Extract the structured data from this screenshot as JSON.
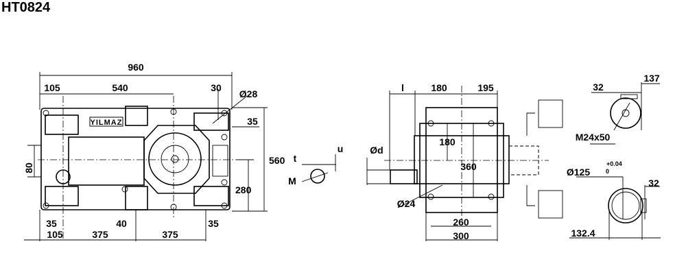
{
  "title": "HT0824",
  "brand": "YILMAZ",
  "front_view": {
    "overall_width": "960",
    "left_offset": "105",
    "shaft_distance": "540",
    "corner_offset": "30",
    "hole_diameter": "Ø28",
    "side_offset": "35",
    "overall_height": "560",
    "shaft_height": "280",
    "input_offset": "80",
    "foot_left": "35",
    "foot_mid": "40",
    "foot_right": "35",
    "bottom_left": "105",
    "bottom_span_1": "375",
    "bottom_span_2": "375"
  },
  "key_detail": {
    "t": "t",
    "u": "u",
    "m": "M"
  },
  "side_view": {
    "shaft_length": "l",
    "left_depth": "180",
    "right_depth": "195",
    "shaft_diameter": "Ød",
    "hole_vertical": "180",
    "hole_span": "360",
    "hole_diameter": "Ø24",
    "foot_holes": "260",
    "foot_width": "300"
  },
  "output_detail": {
    "key_width_top": "32",
    "key_height_top": "137",
    "thread": "M24x50",
    "bore": "Ø125",
    "tol_upper": "+0.04",
    "tol_lower": "0",
    "key_width_bottom": "32",
    "key_depth": "132.4"
  }
}
